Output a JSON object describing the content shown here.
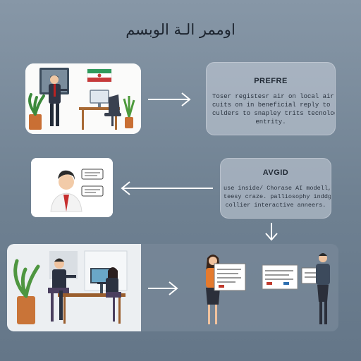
{
  "title": "اوممر الـة الوبسم",
  "cards": {
    "top_right": {
      "heading": "PREFRE",
      "lines": [
        "Toser registesr air on local air yist",
        "cuits on in beneficial reply to lighitaly",
        "culders to snapley trits tecnology",
        "entrity."
      ]
    },
    "mid_right": {
      "heading": "AVGID",
      "lines": [
        "use inside/ Chorase AI modell,",
        "teesy craze. palliosophy inddge",
        "collier interactive anneers."
      ]
    },
    "mid_left_bubbles": [
      "",
      ""
    ]
  },
  "colors": {
    "background": "#6f8192",
    "card_text": "#c8d0da",
    "arrow": "#ffffff"
  },
  "icons": [
    "arrow-right-icon",
    "arrow-left-icon",
    "arrow-down-icon",
    "plant-icon",
    "monitor-icon",
    "flag-icon"
  ]
}
